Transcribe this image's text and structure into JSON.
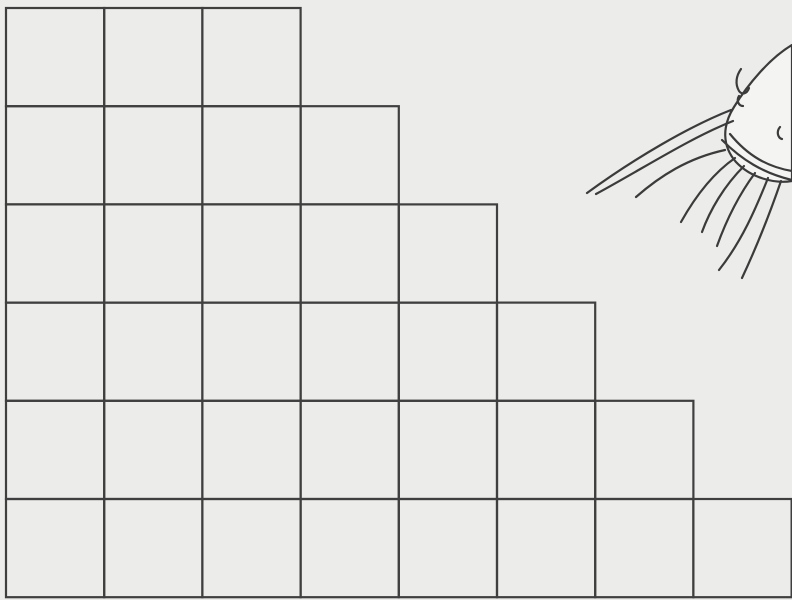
{
  "scene": {
    "background_color": "#ececea",
    "line_color": "#3f3f3f",
    "staircase_rows": [
      3,
      4,
      5,
      6,
      7,
      8
    ]
  }
}
